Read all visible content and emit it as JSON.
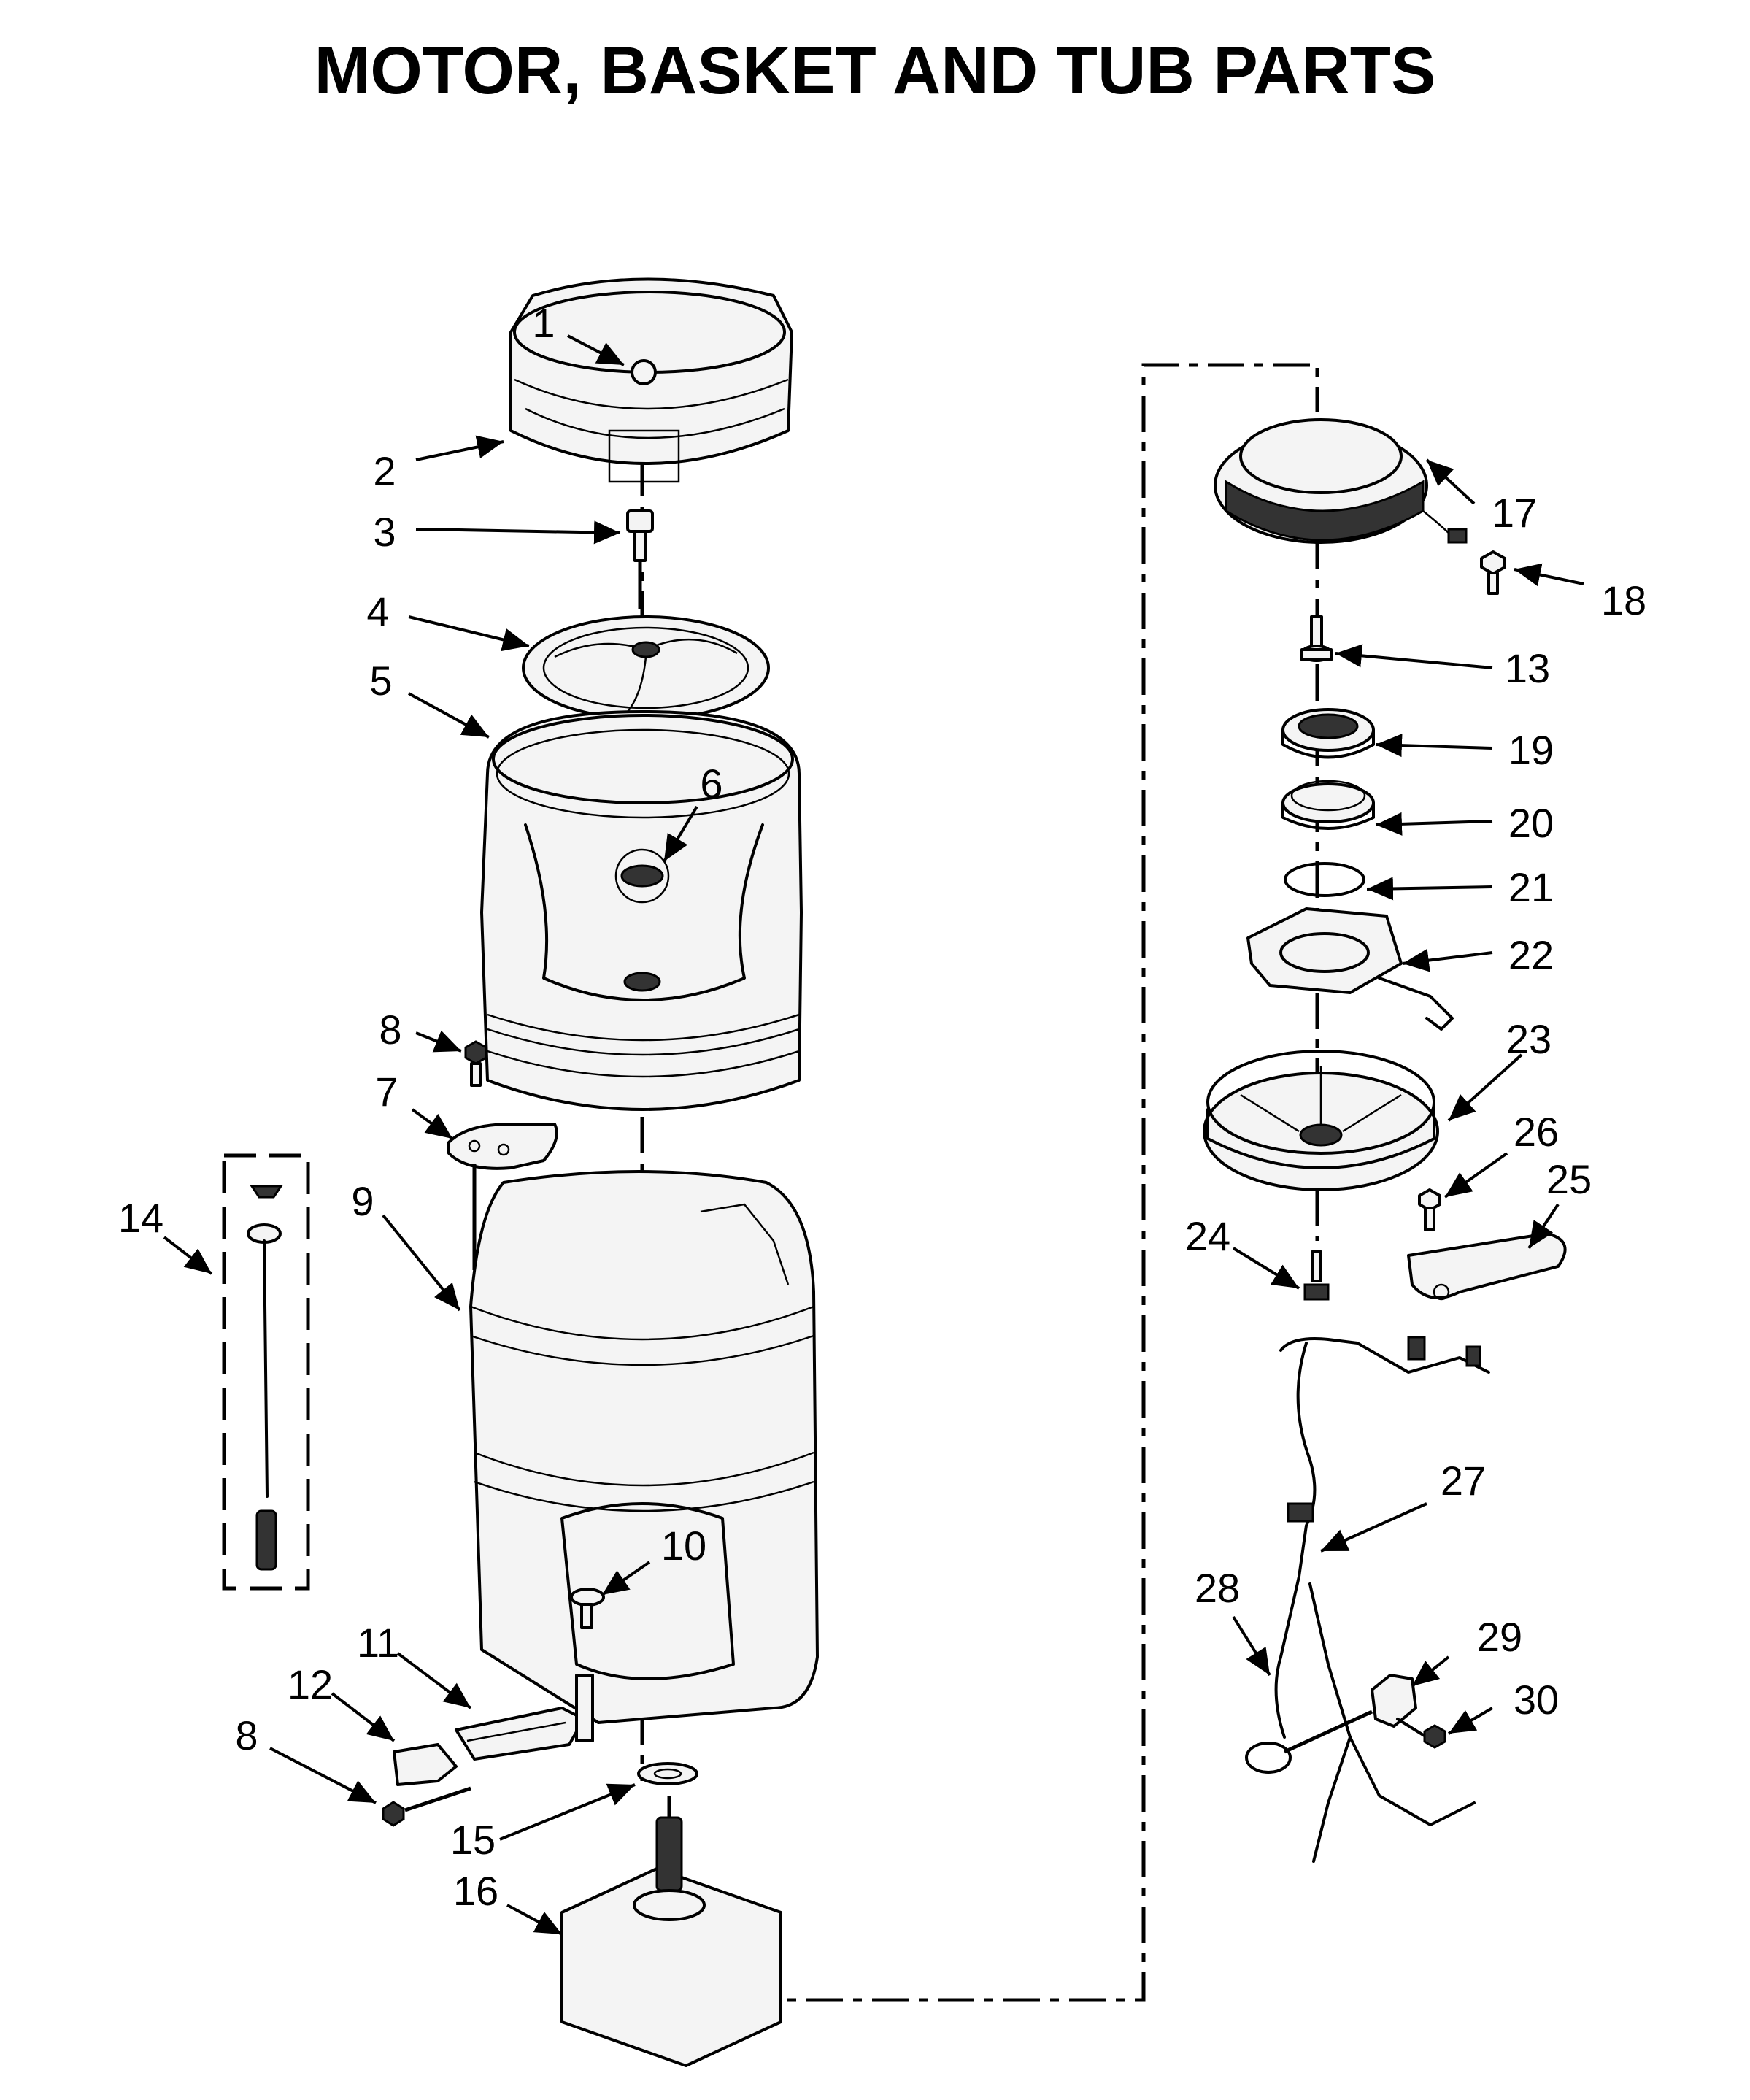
{
  "title": "MOTOR, BASKET AND TUB PARTS",
  "callouts": [
    {
      "id": "c1",
      "text": "1"
    },
    {
      "id": "c2",
      "text": "2"
    },
    {
      "id": "c3",
      "text": "3"
    },
    {
      "id": "c4",
      "text": "4"
    },
    {
      "id": "c5",
      "text": "5"
    },
    {
      "id": "c6",
      "text": "6"
    },
    {
      "id": "c7",
      "text": "7"
    },
    {
      "id": "c8a",
      "text": "8"
    },
    {
      "id": "c8b",
      "text": "8"
    },
    {
      "id": "c9",
      "text": "9"
    },
    {
      "id": "c10",
      "text": "10"
    },
    {
      "id": "c11",
      "text": "11"
    },
    {
      "id": "c12",
      "text": "12"
    },
    {
      "id": "c13",
      "text": "13"
    },
    {
      "id": "c14",
      "text": "14"
    },
    {
      "id": "c15",
      "text": "15"
    },
    {
      "id": "c16",
      "text": "16"
    },
    {
      "id": "c17",
      "text": "17"
    },
    {
      "id": "c18",
      "text": "18"
    },
    {
      "id": "c19",
      "text": "19"
    },
    {
      "id": "c20",
      "text": "20"
    },
    {
      "id": "c21",
      "text": "21"
    },
    {
      "id": "c22",
      "text": "22"
    },
    {
      "id": "c23",
      "text": "23"
    },
    {
      "id": "c24",
      "text": "24"
    },
    {
      "id": "c25",
      "text": "25"
    },
    {
      "id": "c26",
      "text": "26"
    },
    {
      "id": "c27",
      "text": "27"
    },
    {
      "id": "c28",
      "text": "28"
    },
    {
      "id": "c29",
      "text": "29"
    },
    {
      "id": "c30",
      "text": "30"
    }
  ]
}
